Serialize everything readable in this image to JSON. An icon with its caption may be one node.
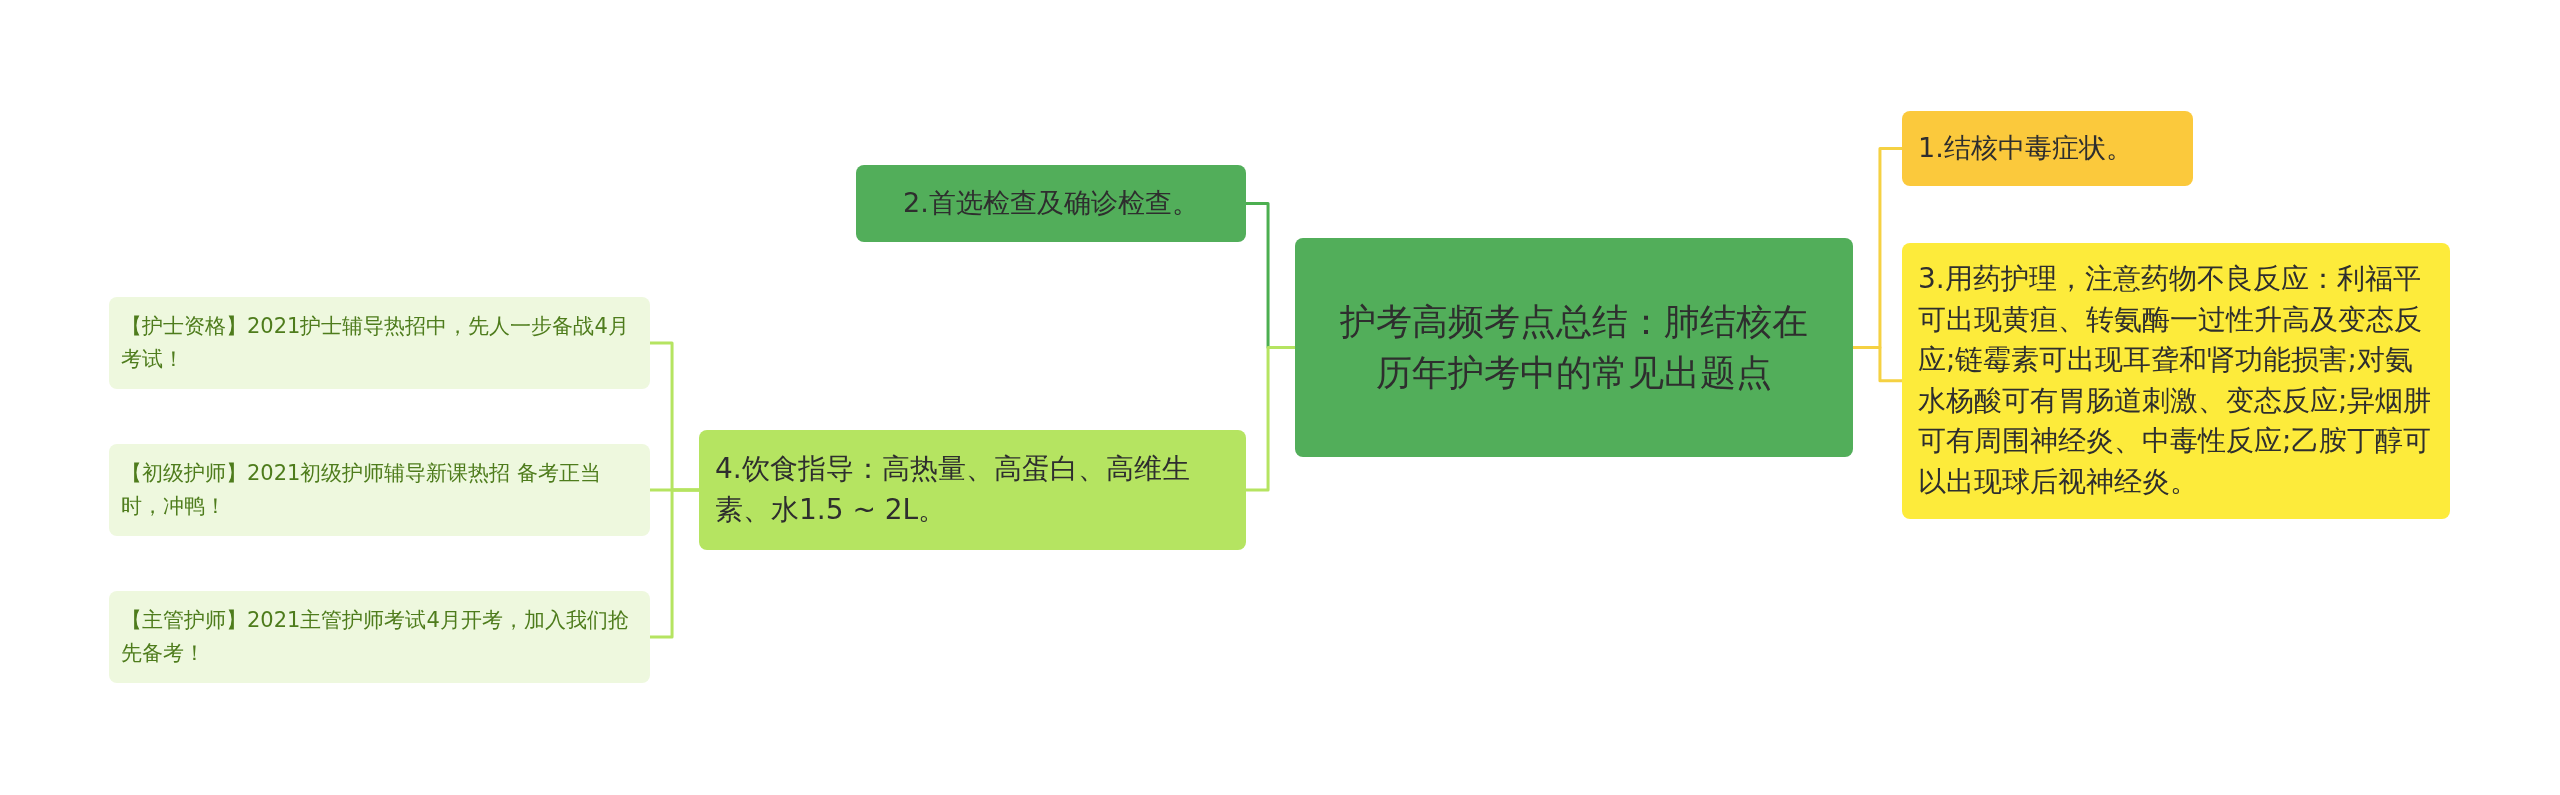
{
  "diagram": {
    "nodes": [
      {
        "text": [
          "护考高频考点总结：肺结核在历年护考中的常见出题点"
        ]
      },
      {
        "text": [
          "1.结核中毒症状。"
        ]
      },
      {
        "text": [
          "2.首选检查及确诊检查。"
        ]
      },
      {
        "text": [
          "3.用药护理，注意药物不良反应：利福平可出现黄疸、转氨酶一过性升高及变态反应;链霉素可出现耳聋和肾功能损害;对氨水杨酸可有胃肠道刺激、变态反应;异烟肼可有周围神经炎、中毒性反应;乙胺丁醇可以出现球后视神经炎。"
        ]
      },
      {
        "text": [
          "4.饮食指导：高热量、高蛋白、高维生素、水1.5 ~ 2L。"
        ]
      },
      {
        "text": [
          "【护士资格】2021护士辅导热招中，先人一步备战4月考试！"
        ]
      },
      {
        "text": [
          "【初级护师】2021初级护师辅导新课热招 备考正当时，冲鸭！"
        ]
      },
      {
        "text": [
          "【主管护师】2021主管护师考试4月开考，加入我们抢先备考！"
        ]
      }
    ],
    "edges": [
      {
        "from": 0,
        "to": 1,
        "arrow": "none",
        "color": "#f5d142"
      },
      {
        "from": 0,
        "to": 2,
        "arrow": "none",
        "color": "#4caf50"
      },
      {
        "from": 0,
        "to": 3,
        "arrow": "none",
        "color": "#f5d142"
      },
      {
        "from": 0,
        "to": 4,
        "arrow": "none"
      },
      {
        "from": 4,
        "to": 5,
        "arrow": "none"
      },
      {
        "from": 4,
        "to": 6,
        "arrow": "none"
      },
      {
        "from": 4,
        "to": 7,
        "arrow": "none"
      }
    ]
  }
}
